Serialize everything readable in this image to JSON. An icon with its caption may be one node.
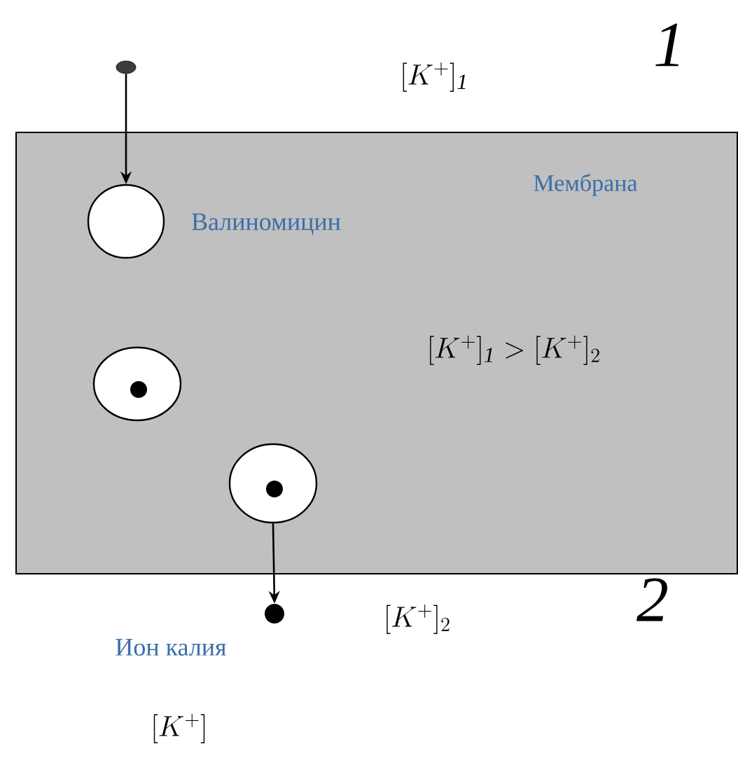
{
  "diagram": {
    "nodes": [
      {
        "text": [
          "Мембрана"
        ]
      },
      {
        "text": [],
        "shape": "circle"
      },
      {
        "text": [],
        "shape": "circle",
        "beside": [
          "Валиномицин"
        ],
        "in": 0
      },
      {
        "text": [],
        "shape": "circle",
        "in": 0
      },
      {
        "text": [],
        "shape": "circle",
        "in": 0
      },
      {
        "text": [],
        "shape": "circle",
        "beside": [
          "Ион калия"
        ]
      }
    ],
    "edges": [
      {
        "from": 1,
        "to": 2,
        "arrow": "to"
      },
      {
        "from": 4,
        "to": 5,
        "arrow": "to"
      }
    ],
    "labels": [
      "[K^{+}]_{\\mathit{1}}",
      "1",
      "[K^{+}]_{\\mathit{1}} > [K^{+}]_{2}",
      "[K^{+}]_{2}",
      "2",
      "[K^{+}]"
    ]
  }
}
